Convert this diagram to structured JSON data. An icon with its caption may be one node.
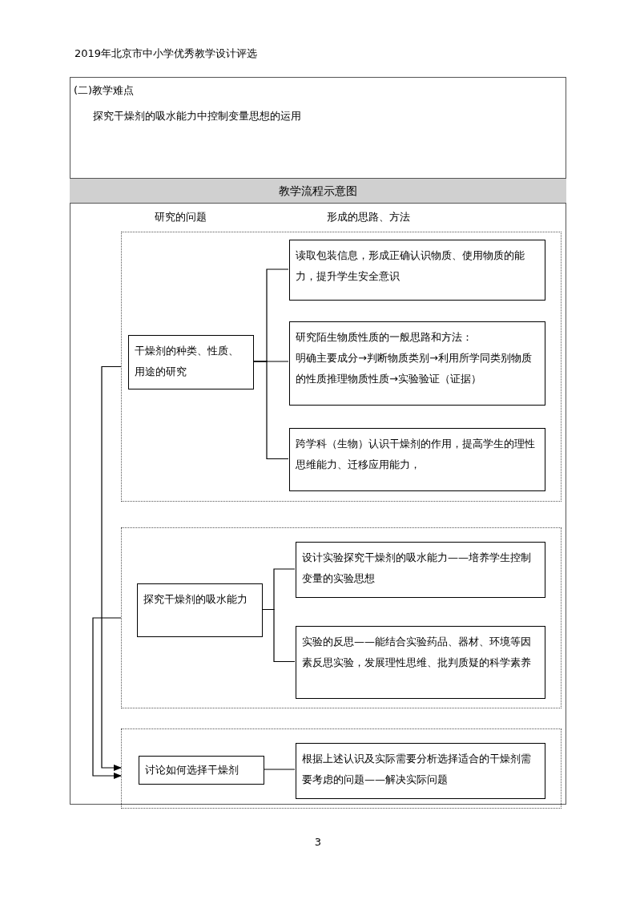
{
  "diagram": {
    "nodes": [
      {
        "text": [],
        "shape": "box"
      },
      {
        "text": [
          "干燥剂的种类、性质、用途的研究"
        ],
        "in": 0
      },
      {
        "text": [
          "读取包装信息，形成正确认识物质、使用物质的能力，提升学生安全意识"
        ],
        "in": 0
      },
      {
        "text": [
          "研究陌生物质性质的一般思路和方法：",
          "明确主要成分→判断物质类别→利用所学同类别物质的性质推理物质性质→实验验证（证据）"
        ],
        "in": 0
      },
      {
        "text": [
          "跨学科（生物）认识干燥剂的作用，提高学生的理性思维能力、迁移应用能力，"
        ],
        "in": 0
      },
      {
        "text": [],
        "shape": "box"
      },
      {
        "text": [
          "探究干燥剂的吸水能力"
        ],
        "in": 5
      },
      {
        "text": [
          "设计实验探究干燥剂的吸水能力——培养学生控制变量的实验思想"
        ],
        "in": 5
      },
      {
        "text": [
          "实验的反思——能结合实验药品、器材、环境等因素反思实验，发展理性思维、批判质疑的科学素养"
        ],
        "in": 5
      },
      {
        "text": [],
        "shape": "box"
      },
      {
        "text": [
          "讨论如何选择干燥剂"
        ],
        "in": 9
      },
      {
        "text": [
          "根据上述认识及实际需要分析选择适合的干燥剂需要考虑的问题——解决实际问题"
        ],
        "in": 9
      }
    ],
    "edges": [
      {
        "from": 1,
        "to": 2,
        "arrow": "none"
      },
      {
        "from": 1,
        "to": 3,
        "arrow": "none"
      },
      {
        "from": 1,
        "to": 4,
        "arrow": "none"
      },
      {
        "from": 6,
        "to": 7,
        "arrow": "none"
      },
      {
        "from": 6,
        "to": 8,
        "arrow": "none"
      },
      {
        "from": 10,
        "to": 11,
        "arrow": "none"
      },
      {
        "from": 0,
        "to": 9,
        "arrow": "to"
      },
      {
        "from": 5,
        "to": 9,
        "arrow": "to"
      }
    ],
    "labels": [
      "2019年北京市中小学优秀教学设计评选",
      "(二)教学难点",
      "探究干燥剂的吸水能力中控制变量思想的运用",
      "教学流程示意图",
      "研究的问题",
      "形成的思路、方法",
      "3"
    ]
  }
}
